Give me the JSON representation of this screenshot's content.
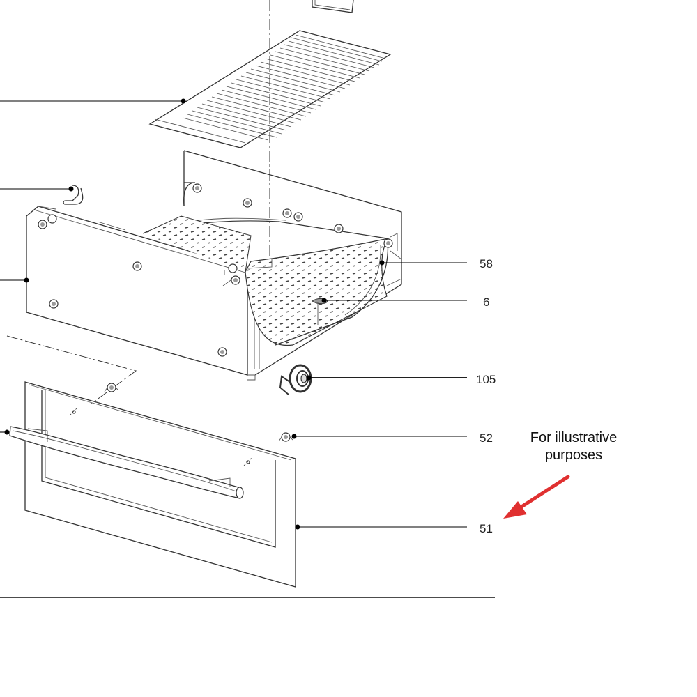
{
  "diagram": {
    "callouts": [
      {
        "id": "58",
        "label": "58"
      },
      {
        "id": "6",
        "label": "6"
      },
      {
        "id": "105",
        "label": "105"
      },
      {
        "id": "52",
        "label": "52"
      },
      {
        "id": "51",
        "label": "51"
      }
    ],
    "note": {
      "line1": "For illustrative",
      "line2": "purposes",
      "arrow_color": "#e03030"
    }
  }
}
